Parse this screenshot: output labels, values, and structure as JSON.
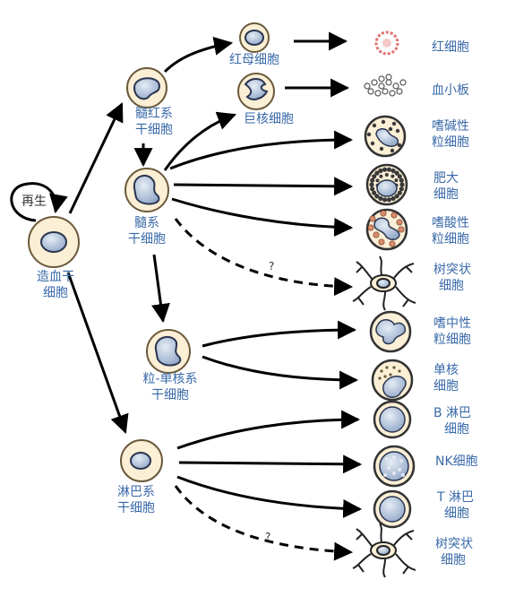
{
  "colors": {
    "label": "#3a6aa8",
    "cell_fill": "#fbefd6",
    "cell_stroke": "#6b5a3a",
    "nucleus_fill": "#b9c8dd",
    "nucleus_stroke": "#2a3550",
    "arrow": "#000000",
    "rbc": "#e07070"
  },
  "self_renewal": "再生",
  "hsc": {
    "line1": "造血干",
    "line2": "细胞"
  },
  "myeloid_stem": {
    "line1": "髓红系",
    "line2": "干细胞"
  },
  "myeloid_prog": {
    "line1": "髓系",
    "line2": "干细胞"
  },
  "gm_stem": {
    "line1": "粒-单核系",
    "line2": "干细胞"
  },
  "lymphoid_stem": {
    "line1": "淋巴系",
    "line2": "干细胞"
  },
  "erythroblast": "红母细胞",
  "megakaryocyte": "巨核细胞",
  "unknown_mark": "?",
  "terminals": [
    {
      "line1": "红细胞",
      "line2": ""
    },
    {
      "line1": "血小板",
      "line2": ""
    },
    {
      "line1": "嗜碱性",
      "line2": "粒细胞"
    },
    {
      "line1": "肥大",
      "line2": "细胞"
    },
    {
      "line1": "嗜酸性",
      "line2": "粒细胞"
    },
    {
      "line1": "树突状",
      "line2": "细胞"
    },
    {
      "line1": "嗜中性",
      "line2": "粒细胞"
    },
    {
      "line1": "单核",
      "line2": "细胞"
    },
    {
      "line1": "B 淋巴",
      "line2": "细胞"
    },
    {
      "line1": "NK细胞",
      "line2": ""
    },
    {
      "line1": "T 淋巴",
      "line2": "细胞"
    },
    {
      "line1": "树突状",
      "line2": "细胞"
    }
  ]
}
